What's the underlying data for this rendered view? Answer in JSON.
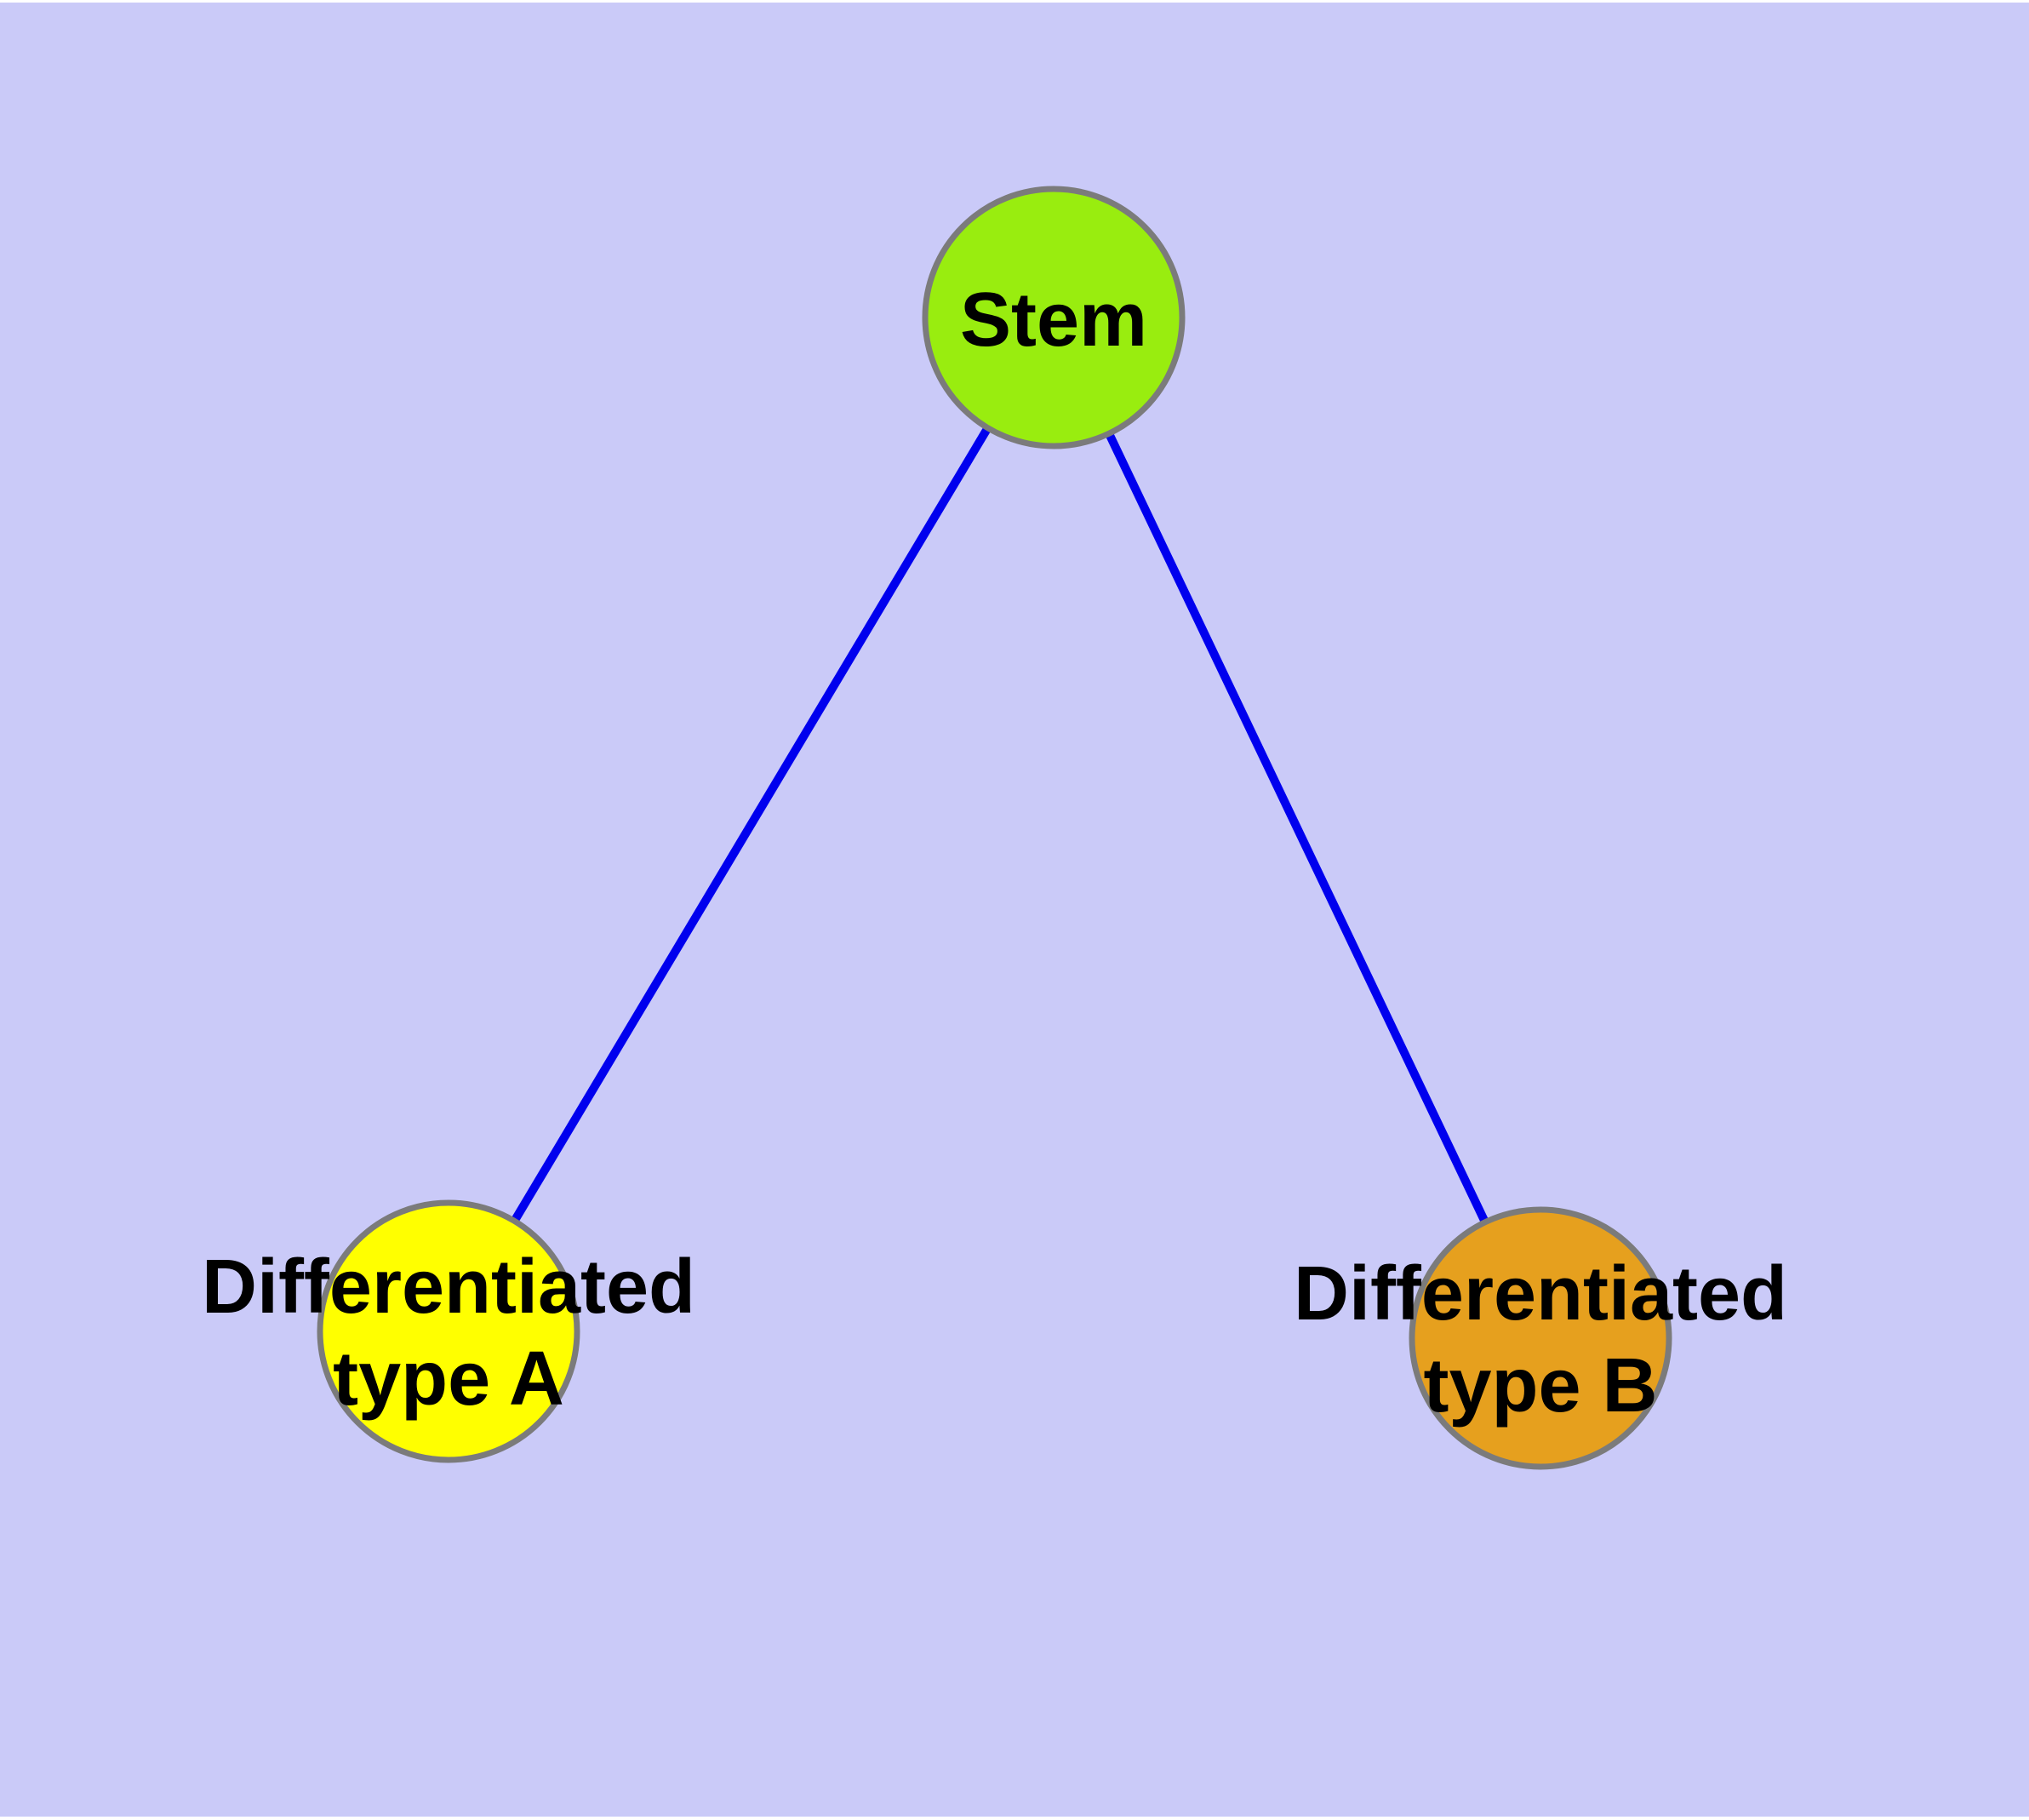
{
  "diagram": {
    "background_color": "#CACAF8",
    "frame_color": "#FFFFFF",
    "edge_color": "#0000EE",
    "node_border_color": "#7B7B7B",
    "label_color": "#000000",
    "nodes": [
      {
        "id": "stem",
        "label": "Stem",
        "color": "#99ED0F"
      },
      {
        "id": "differentiated-type-a",
        "label": "Differentiated type A",
        "line1": "Differentiated",
        "line2": "type A",
        "color": "#FFFF00"
      },
      {
        "id": "differentiated-type-b",
        "label": "Differentiated type B",
        "line1": "Differentiated",
        "line2": "type B",
        "color": "#E6A01E"
      }
    ],
    "edges": [
      {
        "from": "Stem",
        "to": "Differentiated type A"
      },
      {
        "from": "Stem",
        "to": "Differentiated type B"
      }
    ]
  }
}
